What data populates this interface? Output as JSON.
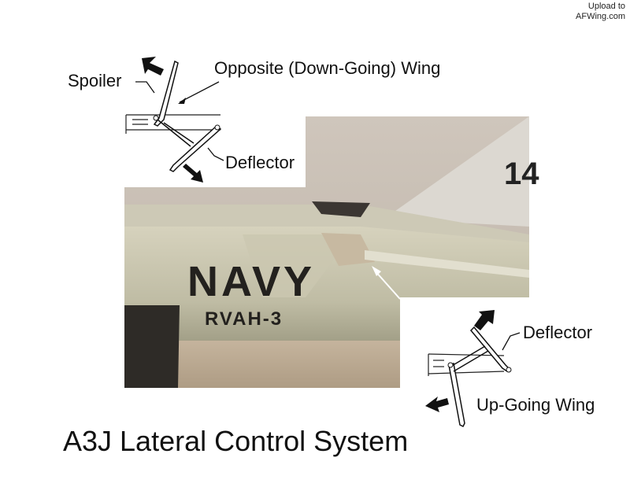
{
  "watermark": {
    "line1": "Upload to",
    "line2": "AFWing.com"
  },
  "title": "A3J Lateral Control System",
  "top_diagram": {
    "spoiler_label": "Spoiler",
    "wing_label": "Opposite (Down-Going) Wing",
    "deflector_label": "Deflector"
  },
  "bottom_diagram": {
    "deflector_label": "Deflector",
    "wing_label": "Up-Going Wing"
  },
  "photo": {
    "navy_text": "NAVY",
    "squadron_text": "RVAH-3",
    "tail_number": "14"
  },
  "colors": {
    "sky": "#c9c1b8",
    "fuselage": "#c8c4ac",
    "ground": "#b9a892",
    "dark": "#2a2824"
  }
}
